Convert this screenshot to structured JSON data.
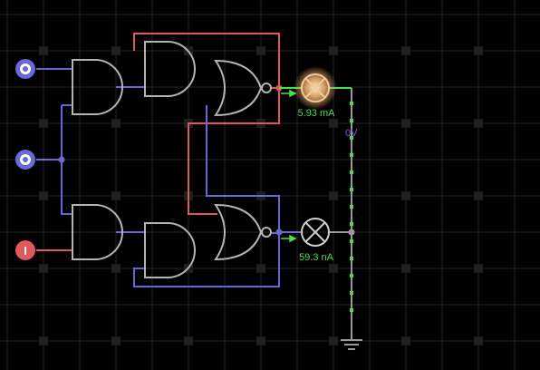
{
  "colors": {
    "background": "#000000",
    "grid": "#262626",
    "grid_dots": "#1f1f1f",
    "wire_high": "#e0575c",
    "wire_low": "#6a67d6",
    "gate": "#b4b4b4",
    "current_green": "#4ddc4d",
    "ground_wire": "#9a9a9a",
    "lamp_lit_glow": "#f2b070",
    "lamp_lit": "#f4c89a",
    "lamp_off": "#cfcfcf",
    "voltage_text": "#6a67d6"
  },
  "inputs": [
    {
      "name": "input-1",
      "state": "low"
    },
    {
      "name": "input-2",
      "state": "low"
    },
    {
      "name": "input-3",
      "state": "high",
      "label": "I"
    }
  ],
  "lamps": [
    {
      "name": "lamp-top",
      "state": "on",
      "current": "5.93 mA"
    },
    {
      "name": "lamp-bottom",
      "state": "off",
      "current": "59.3 nA"
    }
  ],
  "voltage": "0V",
  "ground": {
    "icon": "ground-icon"
  }
}
